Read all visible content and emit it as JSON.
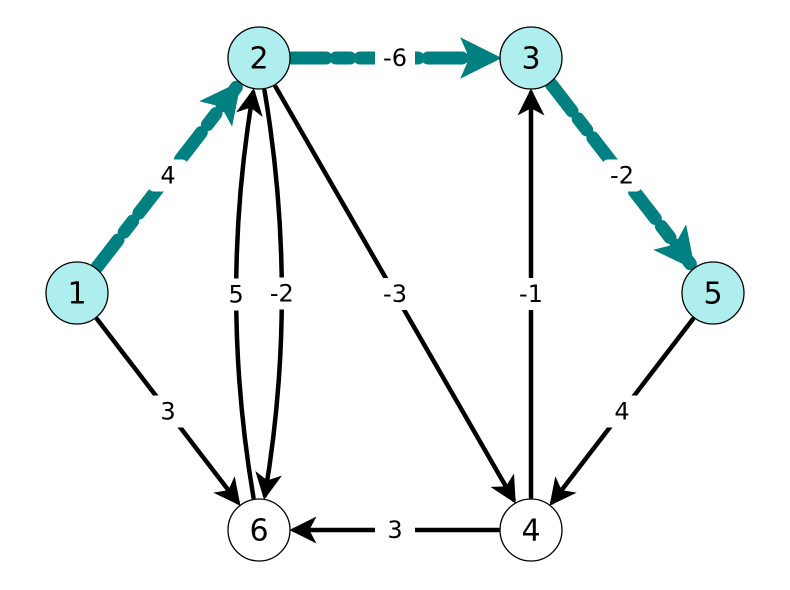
{
  "colors": {
    "highlight_node": "#afeeee",
    "plain_node": "#ffffff",
    "highlight_edge": "#008080",
    "edge": "#000000"
  },
  "nodes": [
    {
      "id": "1",
      "highlighted": true
    },
    {
      "id": "2",
      "highlighted": true
    },
    {
      "id": "3",
      "highlighted": true
    },
    {
      "id": "4",
      "highlighted": false
    },
    {
      "id": "5",
      "highlighted": true
    },
    {
      "id": "6",
      "highlighted": false
    }
  ],
  "edges": [
    {
      "from": "1",
      "to": "2",
      "weight": "4",
      "highlighted": true
    },
    {
      "from": "2",
      "to": "3",
      "weight": "-6",
      "highlighted": true
    },
    {
      "from": "3",
      "to": "5",
      "weight": "-2",
      "highlighted": true
    },
    {
      "from": "1",
      "to": "6",
      "weight": "3",
      "highlighted": false
    },
    {
      "from": "2",
      "to": "6",
      "weight": "-2",
      "highlighted": false
    },
    {
      "from": "6",
      "to": "2",
      "weight": "5",
      "highlighted": false
    },
    {
      "from": "2",
      "to": "4",
      "weight": "-3",
      "highlighted": false
    },
    {
      "from": "4",
      "to": "3",
      "weight": "-1",
      "highlighted": false
    },
    {
      "from": "5",
      "to": "4",
      "weight": "4",
      "highlighted": false
    },
    {
      "from": "4",
      "to": "6",
      "weight": "3",
      "highlighted": false
    }
  ]
}
